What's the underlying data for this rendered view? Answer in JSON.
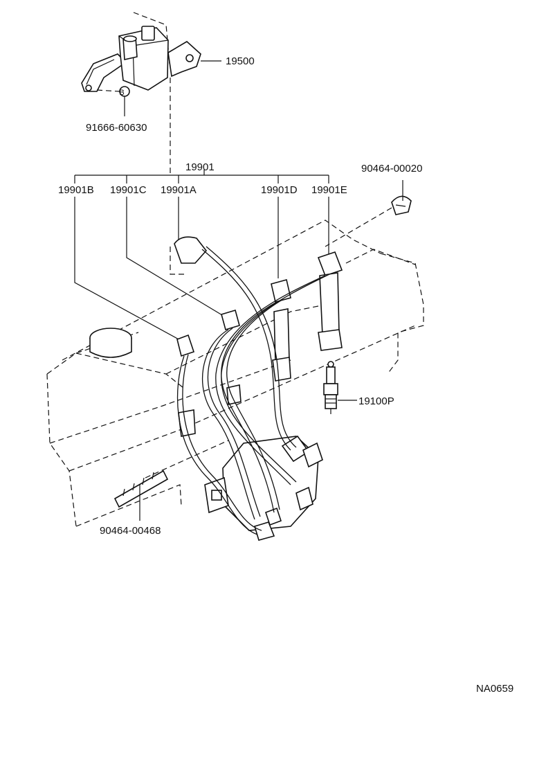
{
  "diagram": {
    "labels": {
      "coil": "19500",
      "bracket_bolt": "91666-60630",
      "bolt_mark": "B",
      "cord_set": "19901",
      "cord_b": "19901B",
      "cord_c": "19901C",
      "cord_a": "19901A",
      "cord_d": "19901D",
      "cord_e": "19901E",
      "clamp_top": "90464-00020",
      "spark_plug": "19100P",
      "clamp_bottom": "90464-00468",
      "sheet_code": "NA0659"
    }
  }
}
